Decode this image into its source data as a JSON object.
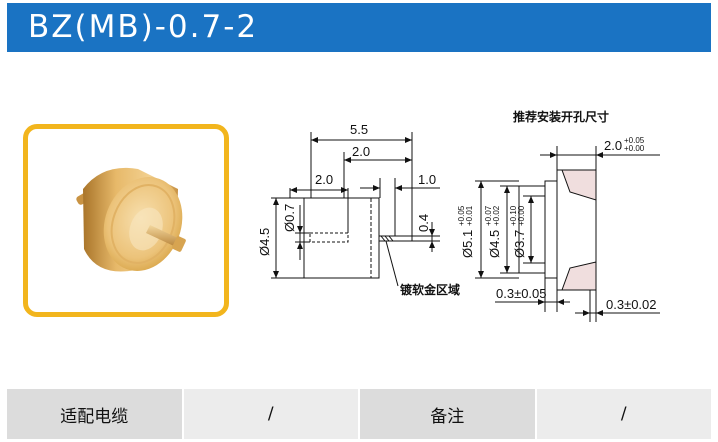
{
  "header": {
    "title": "BZ(MB)-0.7-2"
  },
  "drawing": {
    "side_view": {
      "total_width": "5.5",
      "body_width": "2.0",
      "pin_length": "2.0",
      "gap": "1.0",
      "outer_diameter": "Ø4.5",
      "pin_diameter": "Ø0.7",
      "pin_thickness": "0.4",
      "plating_note": "镀软金区域"
    },
    "mounting": {
      "title": "推荐安装开孔尺寸",
      "depth": "2.0",
      "depth_tol_upper": "+0.05",
      "depth_tol_lower": "+0.00",
      "d1": "Ø5.1",
      "d1_tol_upper": "+0.05",
      "d1_tol_lower": "+0.01",
      "d2": "Ø4.5",
      "d2_tol_upper": "+0.07",
      "d2_tol_lower": "+0.02",
      "d3": "Ø3.7",
      "d3_tol_upper": "+0.10",
      "d3_tol_lower": "+0.00",
      "bottom_left": "0.3±0.05",
      "bottom_right": "0.3±0.02"
    }
  },
  "table": {
    "cable_label": "适配电缆",
    "cable_value": "/",
    "note_label": "备注",
    "note_value": "/"
  },
  "colors": {
    "header_bg": "#1a73c3",
    "frame": "#f2b51d",
    "gold": "#d9a64a"
  }
}
